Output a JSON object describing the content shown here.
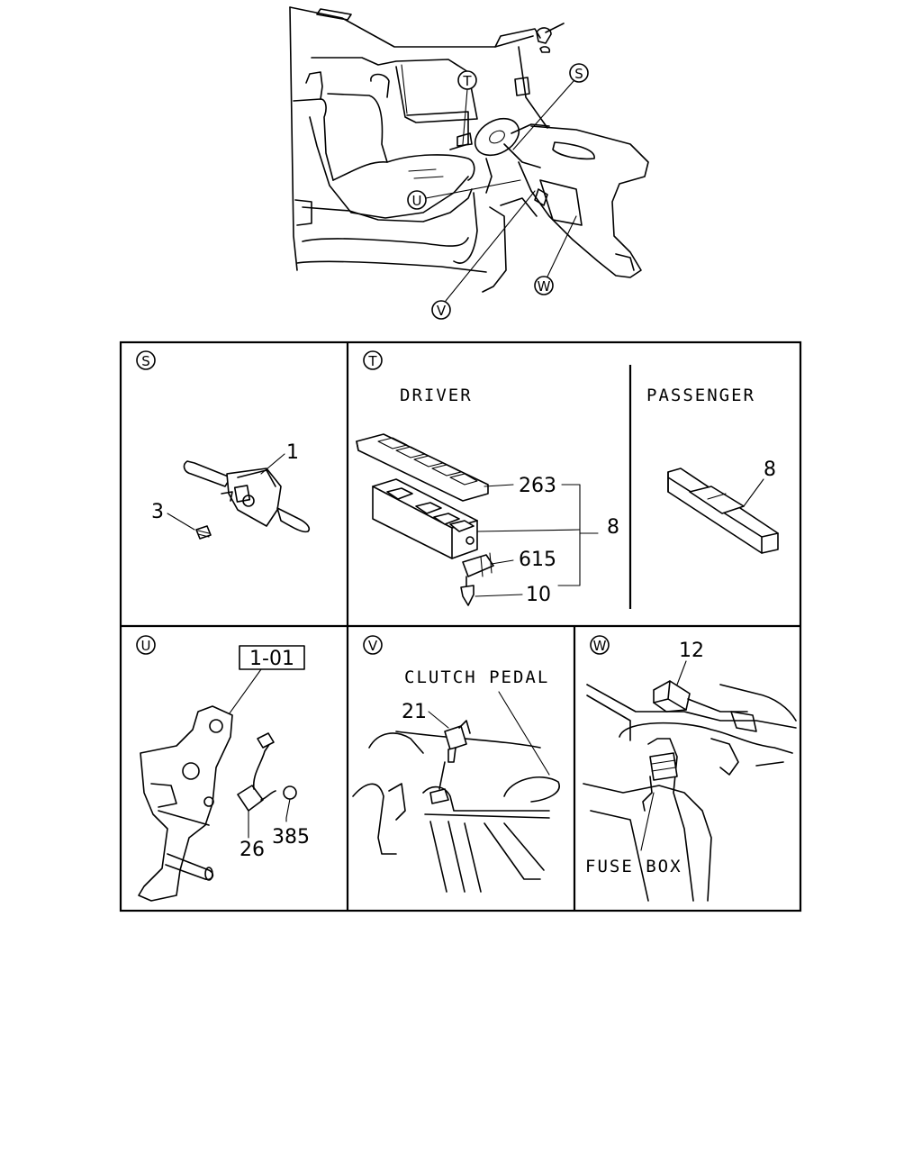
{
  "overview": {
    "callouts": [
      "T",
      "S",
      "U",
      "V",
      "W"
    ]
  },
  "panels": {
    "s": {
      "id": "S",
      "parts": [
        "1",
        "3"
      ]
    },
    "t": {
      "id": "T",
      "driver_label": "DRIVER",
      "passenger_label": "PASSENGER",
      "parts": [
        "263",
        "615",
        "10",
        "8",
        "8"
      ]
    },
    "u": {
      "id": "U",
      "ref_box": "1-01",
      "parts": [
        "26",
        "385"
      ]
    },
    "v": {
      "id": "V",
      "label": "CLUTCH PEDAL",
      "parts": [
        "21"
      ]
    },
    "w": {
      "id": "W",
      "label": "FUSE BOX",
      "parts": [
        "12"
      ]
    }
  }
}
